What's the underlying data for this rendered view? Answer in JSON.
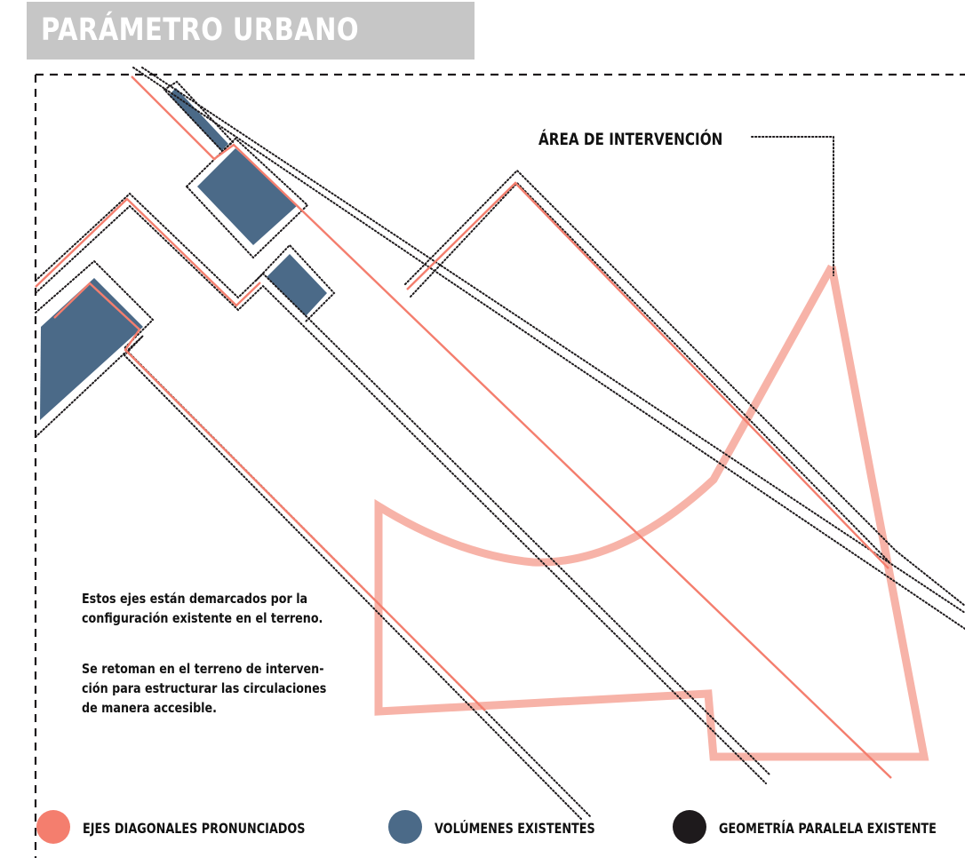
{
  "title": "PARÁMETRO URBANO",
  "area_label": "ÁREA DE INTERVENCIÓN",
  "description": {
    "paragraph_1": [
      "Estos ejes están demarcados por la",
      "configuración existente en el terreno."
    ],
    "paragraph_2": [
      "Se retoman en el terreno de interven-",
      "ción para estructurar las circulaciones",
      "de manera accesible."
    ]
  },
  "legend": [
    {
      "label": "EJES DIAGONALES PRONUNCIADOS",
      "color": "#f47e6e"
    },
    {
      "label": "VOLÚMENES EXISTENTES",
      "color": "#4b6a88"
    },
    {
      "label": "GEOMETRÍA PARALELA EXISTENTE",
      "color": "#1e1a1c"
    }
  ],
  "colors": {
    "axis_line": "#f47e6e",
    "intervention_outline": "#f7b3a8",
    "volumes": "#4b6a88",
    "dotted_lines": "#1e1a1c",
    "title_band": "#c6c6c6"
  }
}
